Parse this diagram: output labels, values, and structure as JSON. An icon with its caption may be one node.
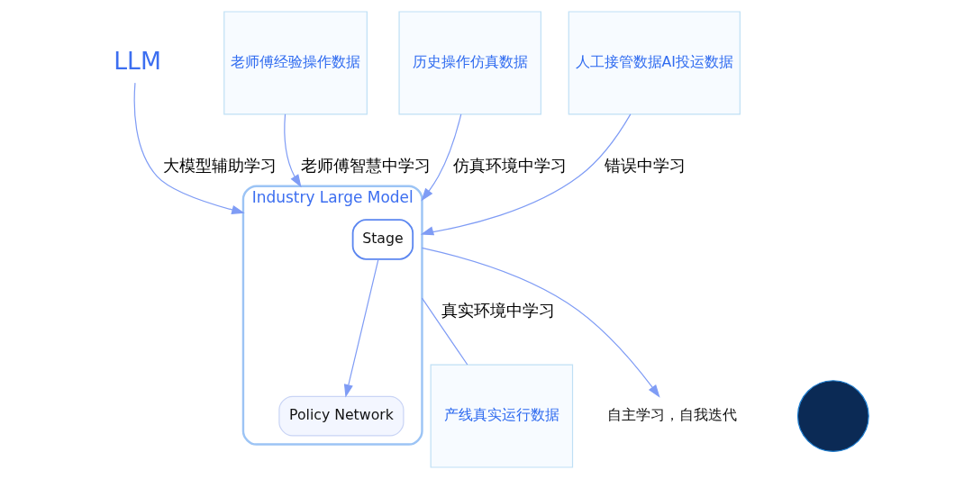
{
  "diagram": {
    "nodes": [
      {
        "text": [
          "Industry Large Model"
        ]
      },
      {
        "text": [
          "Policy Network"
        ],
        "in": 0
      },
      {
        "text": [
          "Stage"
        ],
        "in": 0
      },
      {
        "text": [
          "LLM"
        ]
      },
      {
        "text": [
          "老师傅经验操作数据"
        ]
      },
      {
        "text": [
          "历史操作仿真数据"
        ]
      },
      {
        "text": [
          "人工接管数据AI投运数据"
        ]
      },
      {
        "text": [
          "产线真实运行数据"
        ]
      },
      {
        "text": [
          "自主学习，自我迭代"
        ]
      },
      {
        "text": [],
        "shape": "circle"
      }
    ],
    "edges": [
      {
        "from": 2,
        "to": 1,
        "arrow": "to"
      },
      {
        "from": 3,
        "to": 0,
        "arrow": "to",
        "label": "大模型辅助学习"
      },
      {
        "from": 4,
        "to": 0,
        "arrow": "to",
        "label": "老师傅智慧中学习"
      },
      {
        "from": 5,
        "to": 0,
        "arrow": "to",
        "label": "仿真环境中学习"
      },
      {
        "from": 6,
        "to": 0,
        "arrow": "to",
        "label": "错误中学习"
      },
      {
        "from": 0,
        "to": 7,
        "arrow": "none",
        "label": "真实环境中学习"
      },
      {
        "from": 0,
        "to": 8,
        "arrow": "to"
      }
    ]
  }
}
